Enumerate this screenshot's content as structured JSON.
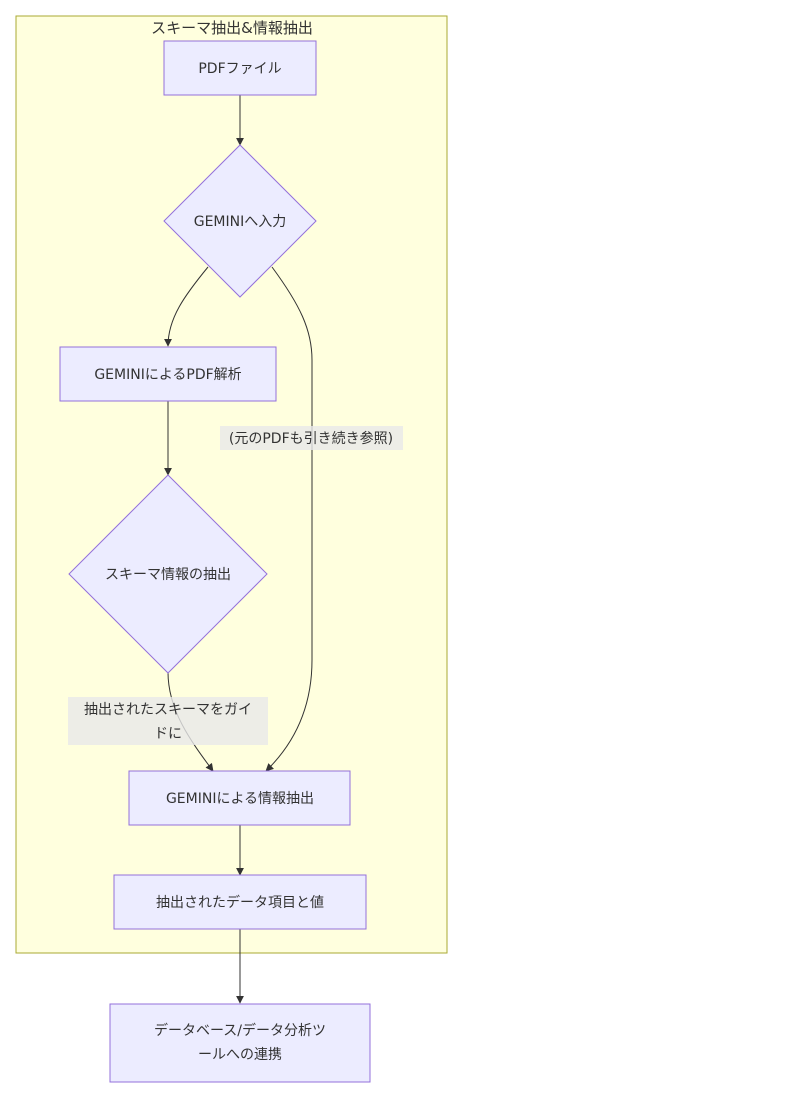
{
  "cluster": {
    "title": "スキーマ抽出&情報抽出"
  },
  "nodes": {
    "pdf_file": "PDFファイル",
    "gemini_input": "GEMINIへ入力",
    "gemini_pdf_parse": "GEMINIによるPDF解析",
    "schema_extract": "スキーマ情報の抽出",
    "gemini_info_extract": "GEMINIによる情報抽出",
    "extracted_items": "抽出されたデータ項目と値",
    "db_integration": [
      "データベース/データ分析ツ",
      "ールへの連携"
    ]
  },
  "edge_labels": {
    "original_pdf": "(元のPDFも引き続き参照)",
    "schema_guide": [
      "抽出されたスキーマをガイ",
      "ドに"
    ]
  },
  "colors": {
    "cluster_fill": "#FFFFDE",
    "cluster_stroke": "#AAAA33",
    "node_fill": "#ECECFF",
    "node_stroke": "#9370DB",
    "edge": "#333333",
    "label_bg": "#E8E8E8"
  }
}
